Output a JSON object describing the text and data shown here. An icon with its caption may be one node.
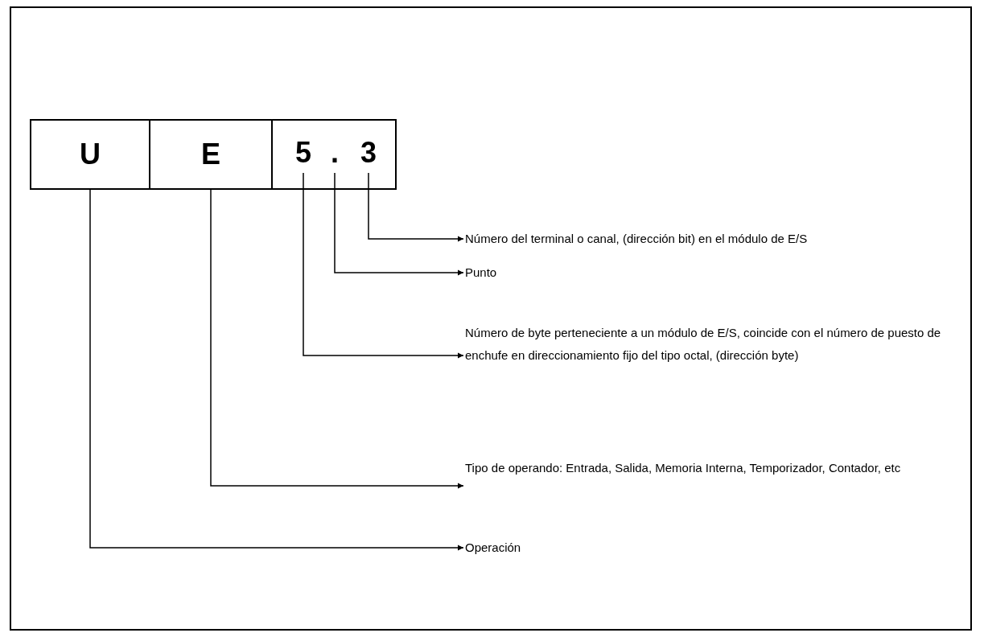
{
  "diagram": {
    "nodes": [
      {
        "text": [
          "U"
        ]
      },
      {
        "text": [
          "E"
        ]
      },
      {
        "text": [],
        "shape": "box"
      },
      {
        "text": [
          "5"
        ],
        "in": 2
      },
      {
        "text": [
          "."
        ],
        "in": 2
      },
      {
        "text": [
          "3"
        ],
        "in": 2
      },
      {
        "text": [
          "Número del terminal o canal, (dirección bit) en el módulo de E/S"
        ]
      },
      {
        "text": [
          "Punto"
        ]
      },
      {
        "text": [
          "Número de byte perteneciente a un módulo de E/S, coincide con el número de puesto de enchufe en direccionamiento fijo del tipo octal, (dirección byte)"
        ]
      },
      {
        "text": [
          "Tipo de operando: Entrada, Salida, Memoria Interna, Temporizador, Contador, etc"
        ]
      },
      {
        "text": [
          "Operación"
        ]
      }
    ],
    "edges": [
      {
        "from": 5,
        "to": 6,
        "arrow": "to"
      },
      {
        "from": 4,
        "to": 7,
        "arrow": "to"
      },
      {
        "from": 3,
        "to": 8,
        "arrow": "to"
      },
      {
        "from": 1,
        "to": 9,
        "arrow": "to"
      },
      {
        "from": 0,
        "to": 10,
        "arrow": "to"
      }
    ]
  }
}
